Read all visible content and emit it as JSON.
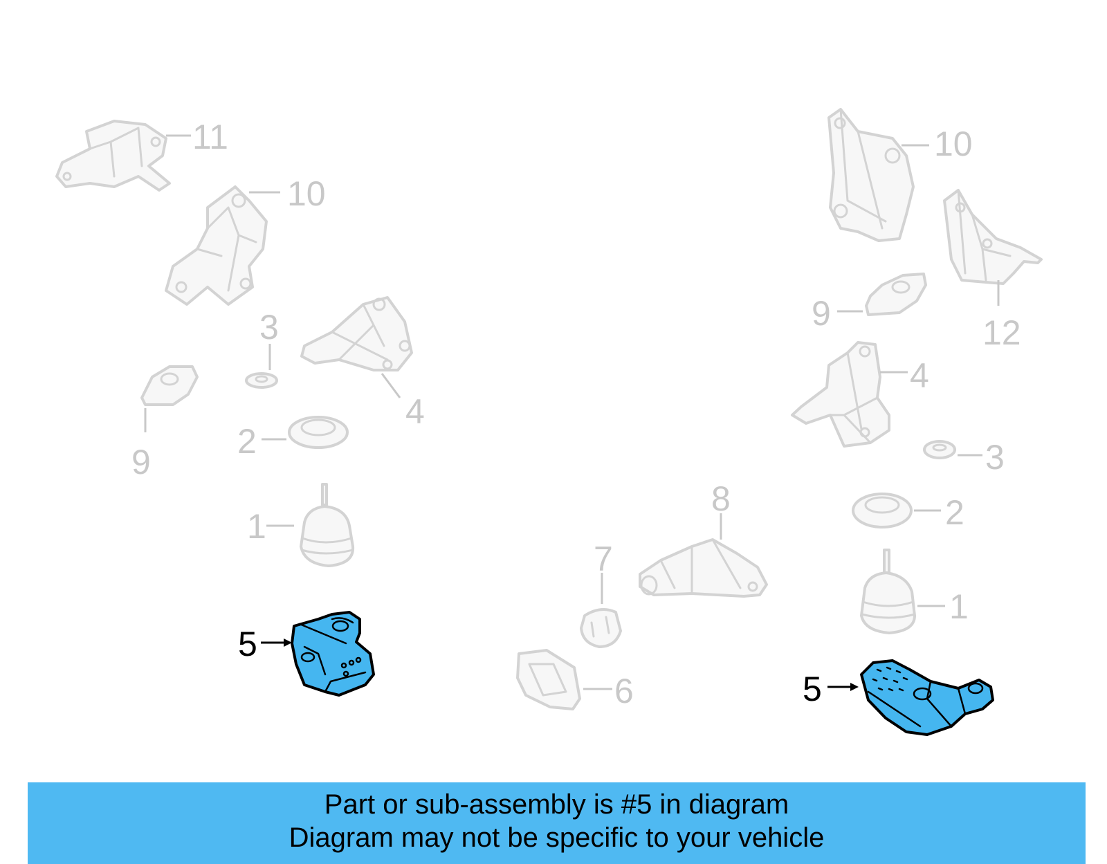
{
  "colors": {
    "highlight": "#45b6f0",
    "banner": "#4fb9f2",
    "ghost": "#d3d3d3"
  },
  "callouts": {
    "c11_left": "11",
    "c10_left": "10",
    "c3_left": "3",
    "c4_left": "4",
    "c9_left": "9",
    "c2_left": "2",
    "c1_left": "1",
    "c5_left": "5",
    "c8": "8",
    "c7": "7",
    "c6": "6",
    "c10_right": "10",
    "c12": "12",
    "c9_right": "9",
    "c4_right": "4",
    "c3_right": "3",
    "c2_right": "2",
    "c1_right": "1",
    "c5_right": "5"
  },
  "banner": {
    "line1": "Part or sub-assembly is #5 in diagram",
    "line2": "Diagram may not be specific to your vehicle"
  }
}
